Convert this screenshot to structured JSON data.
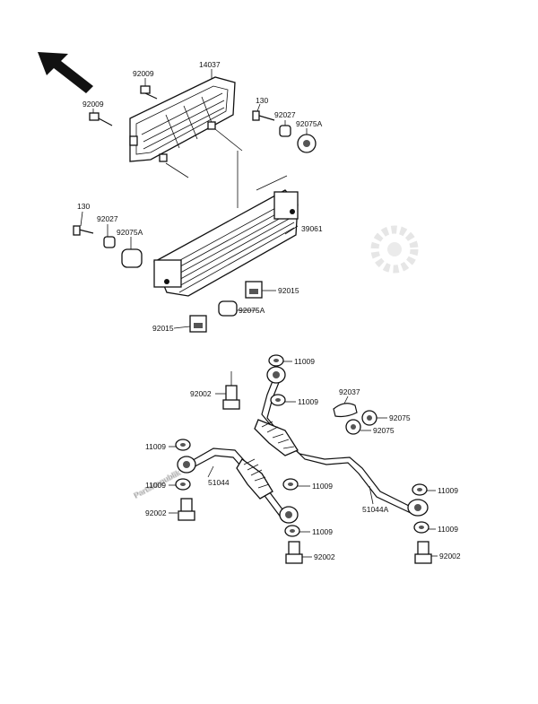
{
  "watermark": "PartsRepublik",
  "labels": {
    "p14037": "14037",
    "p92009a": "92009",
    "p92009b": "92009",
    "p130a": "130",
    "p92027a": "92027",
    "p92075Aa": "92075A",
    "p130b": "130",
    "p92027b": "92027",
    "p92075Ab": "92075A",
    "p39061": "39061",
    "p92015a": "92015",
    "p92075Ac": "92075A",
    "p92015b": "92015",
    "p11009a": "11009",
    "p92002a": "92002",
    "p11009b": "11009",
    "p92037": "92037",
    "p92075a": "92075",
    "p92075b": "92075",
    "p11009c": "11009",
    "p51044": "51044",
    "p11009d": "11009",
    "p11009e": "11009",
    "p92002b": "92002",
    "p51044A": "51044A",
    "p11009f": "11009",
    "p11009g": "11009",
    "p11009h": "11009",
    "p92002c": "92002",
    "p92002d": "92002"
  }
}
